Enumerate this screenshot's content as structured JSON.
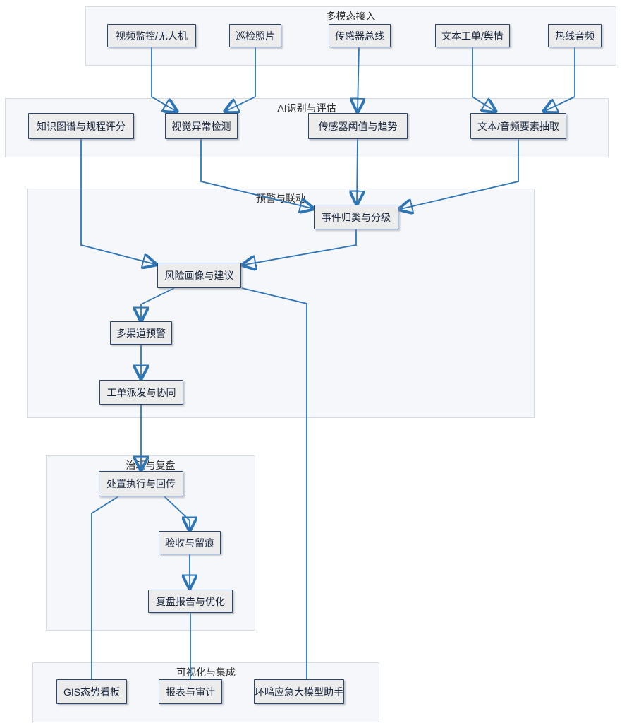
{
  "diagram": {
    "groups": {
      "ingest": {
        "title": "多模态接入"
      },
      "ai": {
        "title": "AI识别与评估"
      },
      "warn": {
        "title": "预警与联动"
      },
      "govern": {
        "title": "治理与复盘"
      },
      "viz": {
        "title": "可视化与集成"
      }
    },
    "nodes": {
      "video": "视频监控/无人机",
      "photo": "巡检照片",
      "sensor_bus": "传感器总线",
      "text_ticket": "文本工单/舆情",
      "hotline": "热线音频",
      "knowledge": "知识图谱与规程评分",
      "visual": "视觉异常检测",
      "threshold": "传感器阈值与趋势",
      "extract": "文本/音频要素抽取",
      "classify": "事件归类与分级",
      "risk": "风险画像与建议",
      "channel": "多渠道预警",
      "dispatch": "工单派发与协同",
      "execute": "处置执行与回传",
      "accept": "验收与留痕",
      "review": "复盘报告与优化",
      "gis": "GIS态势看板",
      "report": "报表与审计",
      "assistant": "环鸣应急大模型助手"
    },
    "edges": [
      {
        "from": "video",
        "to": "visual",
        "arrow": true
      },
      {
        "from": "photo",
        "to": "visual",
        "arrow": true
      },
      {
        "from": "sensor_bus",
        "to": "threshold",
        "arrow": true
      },
      {
        "from": "text_ticket",
        "to": "extract",
        "arrow": true
      },
      {
        "from": "hotline",
        "to": "extract",
        "arrow": true
      },
      {
        "from": "visual",
        "to": "classify",
        "arrow": true
      },
      {
        "from": "threshold",
        "to": "classify",
        "arrow": true
      },
      {
        "from": "extract",
        "to": "classify",
        "arrow": true
      },
      {
        "from": "knowledge",
        "to": "risk",
        "arrow": true
      },
      {
        "from": "classify",
        "to": "risk",
        "arrow": true
      },
      {
        "from": "risk",
        "to": "channel",
        "arrow": true
      },
      {
        "from": "channel",
        "to": "dispatch",
        "arrow": true
      },
      {
        "from": "dispatch",
        "to": "execute",
        "arrow": true
      },
      {
        "from": "execute",
        "to": "accept",
        "arrow": true
      },
      {
        "from": "accept",
        "to": "review",
        "arrow": true
      },
      {
        "from": "risk",
        "to": "assistant",
        "arrow": false
      },
      {
        "from": "execute",
        "to": "gis",
        "arrow": false
      },
      {
        "from": "review",
        "to": "report",
        "arrow": false
      }
    ],
    "colors": {
      "edge_blue": "#2e75b6",
      "node_border": "#2a4470",
      "node_fill": "#ececec",
      "group_fill": "#f5f7fa",
      "group_border": "#d5dbe5"
    }
  }
}
